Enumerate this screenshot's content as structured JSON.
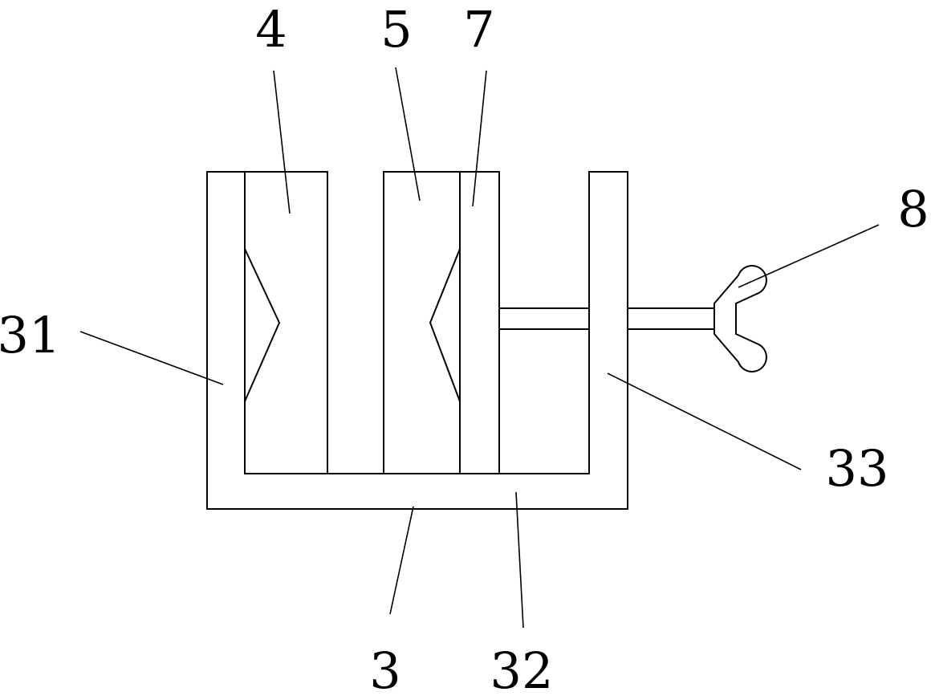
{
  "figure": {
    "labels": {
      "label_4": "4",
      "label_5": "5",
      "label_7": "7",
      "label_8": "8",
      "label_31": "31",
      "label_33": "33",
      "label_3": "3",
      "label_32": "32"
    },
    "colors": {
      "stroke": "#000000",
      "background": "#ffffff"
    }
  }
}
